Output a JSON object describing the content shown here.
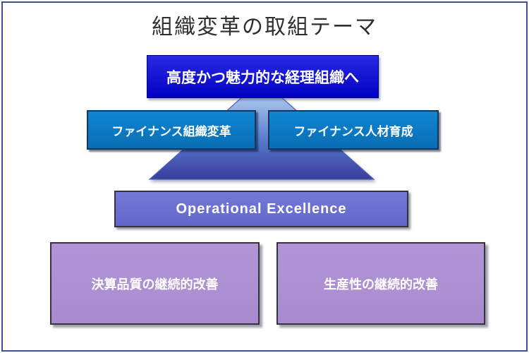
{
  "slide": {
    "title": "組織変革の取組テーマ",
    "goal_label": "高度かつ魅力的な経理組織へ",
    "pillar_left_label": "ファイナンス組織変革",
    "pillar_right_label": "ファイナンス人材育成",
    "foundation_label": "Operational Excellence",
    "base_left_label": "決算品質の継続的改善",
    "base_right_label": "生産性の継続的改善"
  },
  "colors": {
    "frame": "#3F5093",
    "title_color": "#2F2F2F",
    "goal_fill_top": "#2A2AE4",
    "goal_fill_bottom": "#0000C2",
    "pillar_fill": "#0B78C2",
    "pillar_border": "#17365D",
    "triangle_top": "#C9E7F8",
    "triangle_mid": "#5577CC",
    "triangle_bottom": "#3A3C9C",
    "foundation_fill": "#6A6ECF",
    "base_fill": "#AC90D2"
  }
}
